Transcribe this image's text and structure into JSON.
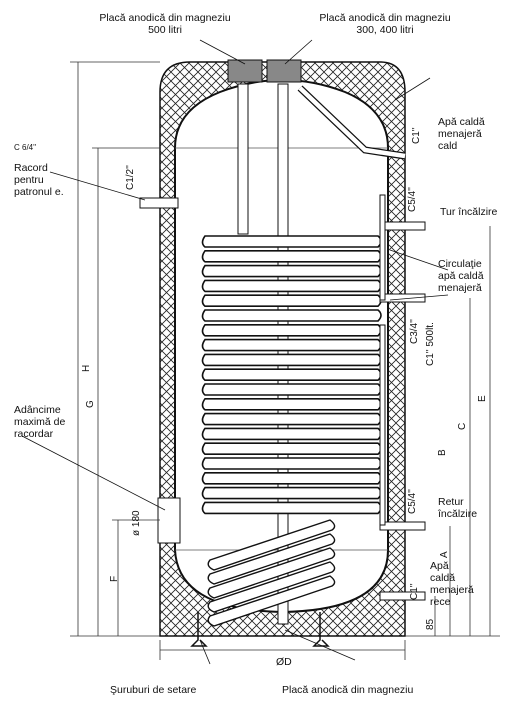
{
  "labels": {
    "anode_500": "Placă anodică din magneziu\n500 litri",
    "anode_300_400": "Placă anodică din magneziu\n300, 400 litri",
    "c_6_4": "C 6/4''",
    "racord": "Racord\npentru\npatronul e.",
    "apa_calda_out": "Apă caldă\nmenajeră\ncald",
    "tur": "Tur încălzire",
    "circulatie": "Circulaţie\napă caldă\nmenajeră",
    "adancime": "Adâncime\nmaximă de\nracordar",
    "retur": "Retur\nîncălzire",
    "apa_rece": "Apă\ncaldă\nmenajeră\nrece",
    "suruburi": "Şuruburi de setare",
    "anode_bottom": "Placă anodică din magneziu"
  },
  "dimensions": {
    "c1_top": "C1''",
    "c1_2": "C1/2''",
    "c5_4_top": "C5/4''",
    "c3_4": "C3/4''",
    "c1_500": "C1'' 500lt.",
    "c5_4_bottom": "C5/4''",
    "c1_bottom": "C1''",
    "d180": "ø 180",
    "h": "H",
    "g": "G",
    "f": "F",
    "e": "E",
    "c": "C",
    "b": "B",
    "a": "A",
    "d85": "85",
    "od": "ØD"
  }
}
